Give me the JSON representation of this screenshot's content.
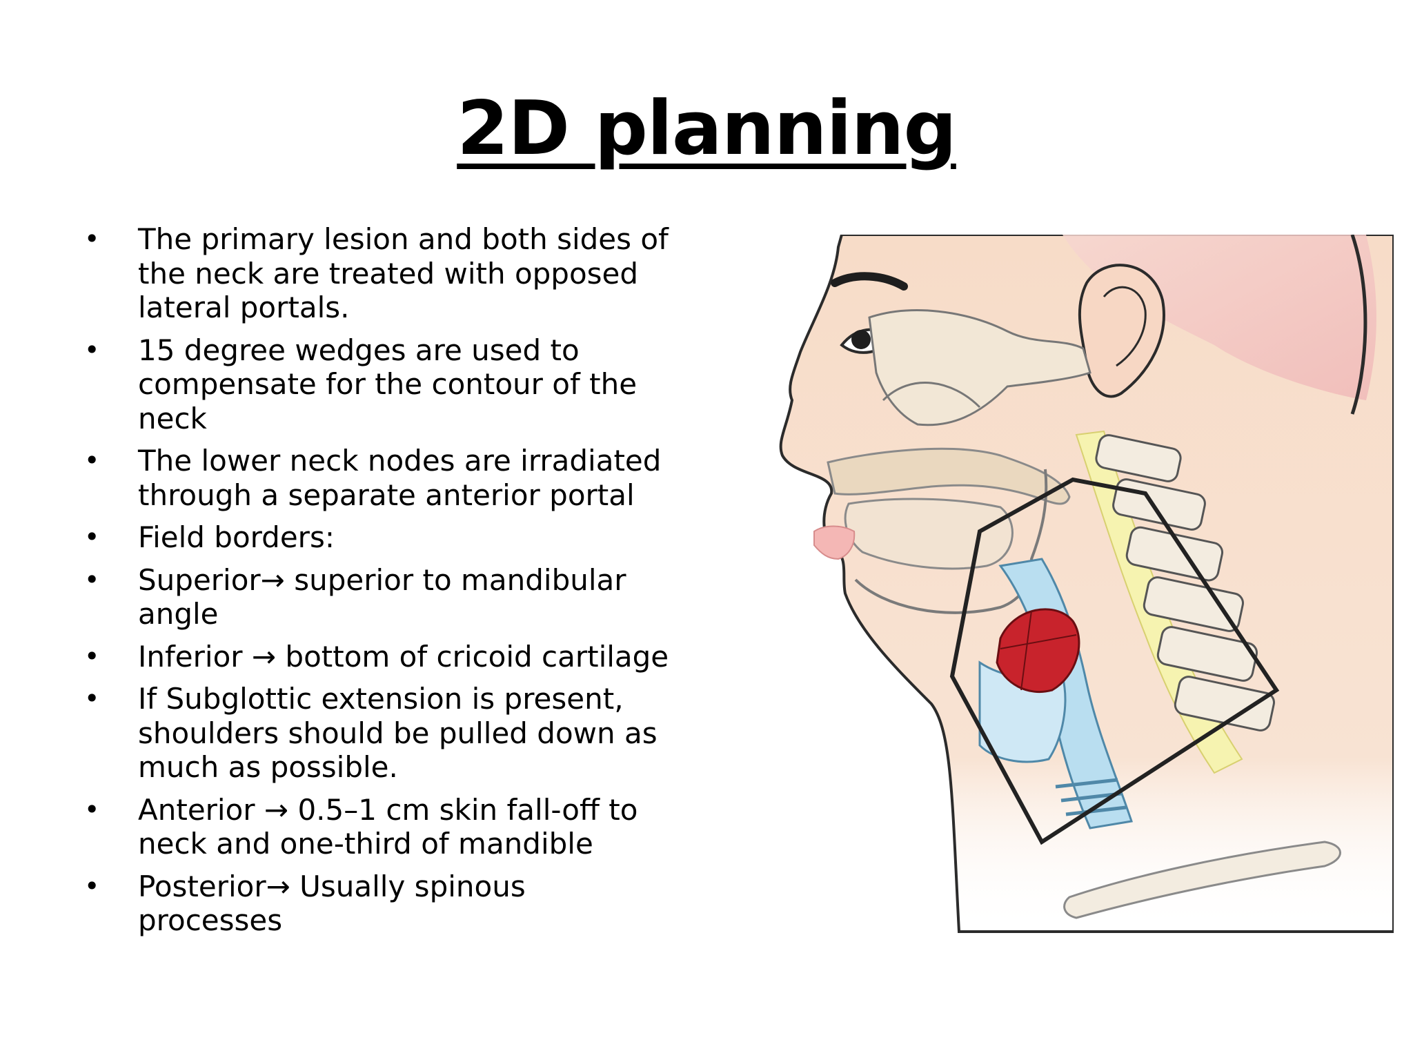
{
  "slide": {
    "title": "2D planning",
    "bullet_symbol": "•",
    "bullets": [
      "The primary lesion and both sides of\nthe neck are treated with opposed\nlateral portals.",
      "15 degree wedges are used to\ncompensate for the contour of the\nneck",
      "The lower neck nodes are irradiated\nthrough a separate anterior portal",
      "Field borders:",
      "Superior→ superior to mandibular\nangle",
      "Inferior → bottom of cricoid cartilage",
      "If Subglottic extension is present,\nshoulders should be pulled down as\nmuch as possible.",
      "Anterior → 0.5–1 cm skin fall-off to\nneck and one-third of mandible",
      "Posterior→  Usually spinous\nprocesses"
    ]
  },
  "illustration": {
    "subject": "lateral-head-neck-anatomy-with-radiation-field",
    "colors": {
      "skin": "#f7dcc8",
      "bone": "#f2e7d6",
      "outline": "#2b2b2b",
      "spinal_canal": "#f6f3b0",
      "airway": "#b9def0",
      "tumor": "#c8232c",
      "hair": "#f3c6c4",
      "field_border": "#222222"
    }
  }
}
